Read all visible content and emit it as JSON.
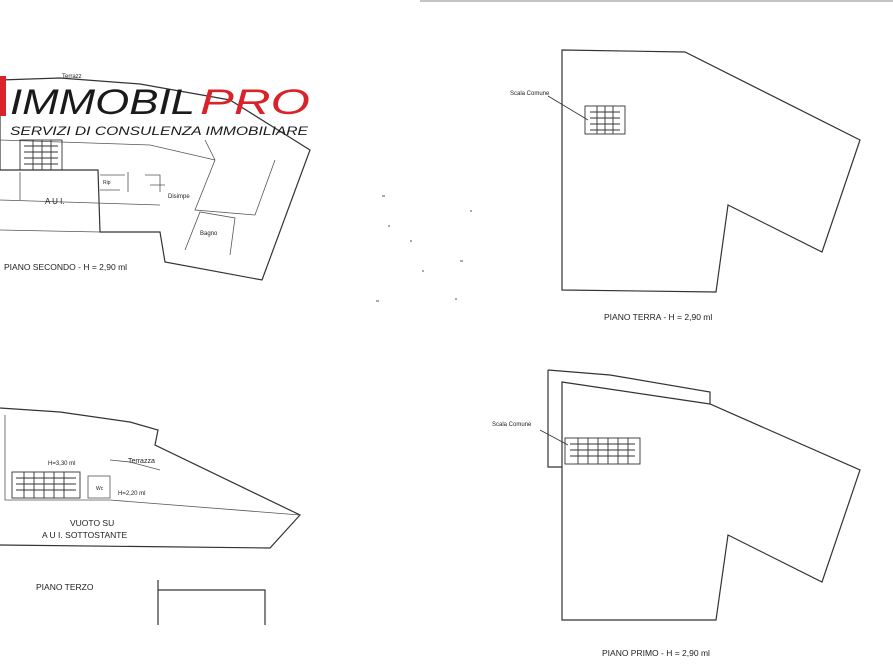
{
  "logo": {
    "brand_left": "IMMOBIL",
    "brand_right": "PRO",
    "tagline": "SERVIZI DI CONSULENZA IMMOBILIARE",
    "colors": {
      "left": "#1a1a1a",
      "right": "#d8232a"
    }
  },
  "piano_secondo": {
    "title": "PIANO SECONDO - H = 2,90 ml",
    "rooms": {
      "aui": "A U I.",
      "disimpegno": "Disimpe",
      "bagno": "Bagno",
      "terrazzo": "Terrazz",
      "ripostiglio": "Rip"
    }
  },
  "piano_terzo": {
    "title": "PIANO TERZO",
    "heights": {
      "h1": "H=3,30 ml",
      "h2": "H=2,20 ml"
    },
    "rooms": {
      "terrazza": "Terrazza",
      "wc": "Wc",
      "vuoto_line1": "VUOTO SU",
      "vuoto_line2": "A U I. SOTTOSTANTE"
    }
  },
  "piano_terra": {
    "title": "PIANO TERRA - H = 2,90 ml",
    "callout": "Scala Comune"
  },
  "piano_primo": {
    "title": "PIANO PRIMO - H = 2,90 ml",
    "callout": "Scala Comune"
  }
}
